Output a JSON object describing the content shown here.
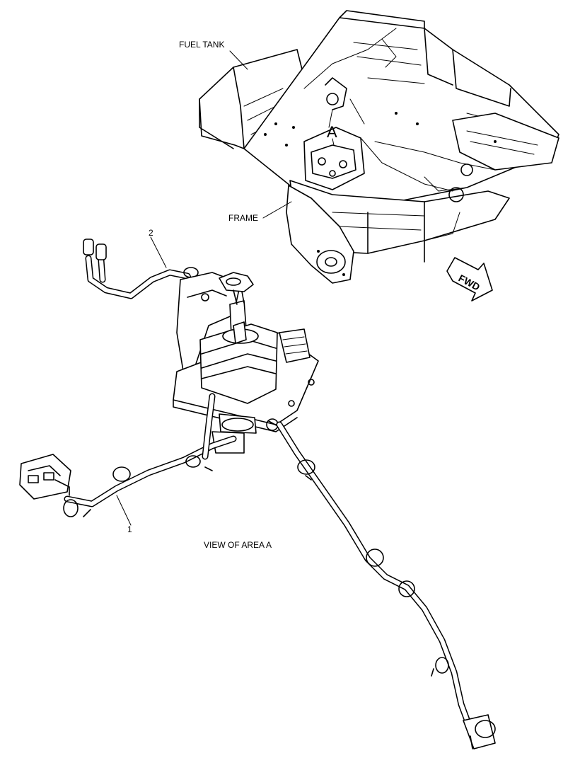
{
  "labels": {
    "fuel_tank": "FUEL TANK",
    "frame": "FRAME",
    "area_marker": "A",
    "fwd": "FWD",
    "callout_1": "1",
    "callout_2": "2",
    "view_caption": "VIEW OF AREA  A"
  }
}
